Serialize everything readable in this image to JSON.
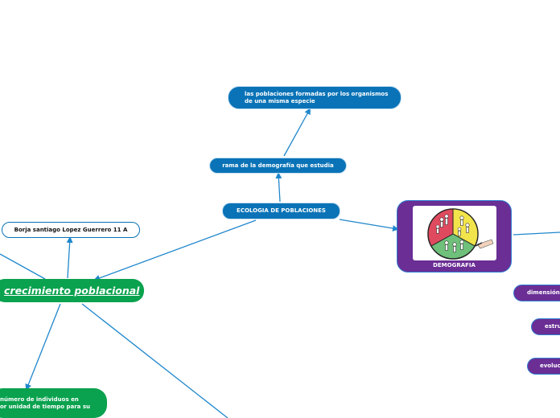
{
  "nodes": {
    "species": "las poblaciones formadas por los organismos de una misma especie",
    "branch": "rama de la demografía que estudia",
    "ecology": "ECOLOGIA DE POBLACIONES",
    "author": "Borja santiago Lopez Guerrero 11 A",
    "central": "crecimiento poblacional",
    "individuals": "número de individuos en\nor unidad de tiempo para su",
    "demografia": "DEMOGRAFIA",
    "dimension": "dimensión",
    "estructura": "estru",
    "evolucion": "evoluc"
  },
  "colors": {
    "line": "#1f87cc",
    "blue": "#0a73b7",
    "green": "#0aa24e",
    "purple": "#6a2e95"
  }
}
